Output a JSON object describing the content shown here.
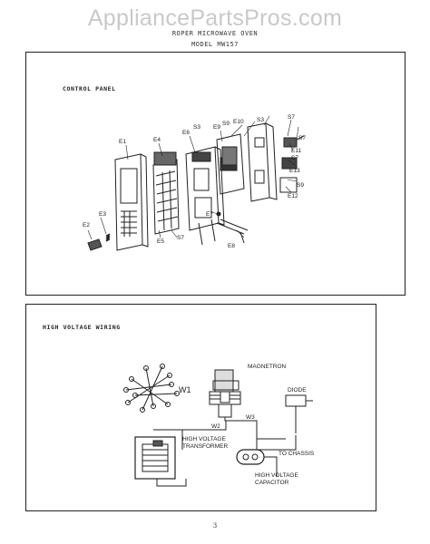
{
  "header": {
    "site": "AppliancePartsPros.com",
    "title": "ROPER MICROWAVE OVEN",
    "model": "MODEL MW157"
  },
  "control_panel": {
    "title": "CONTROL PANEL",
    "labels": {
      "E1": "E1",
      "E4": "E4",
      "E6": "E6",
      "E9": "E9",
      "S3a": "S3",
      "S9a": "S9",
      "E10": "E10",
      "S3b": "S3",
      "S7a": "S7",
      "S7b": "S7",
      "E11": "E11",
      "S7c": "S7",
      "E13": "E13",
      "S9b": "S9",
      "E12": "E12",
      "E7": "E7",
      "E8": "E8",
      "E2": "E2",
      "E3": "E3",
      "E5": "E5",
      "S7d": "S7"
    }
  },
  "high_voltage": {
    "title": "HIGH VOLTAGE WIRING",
    "labels": {
      "W1": "W1",
      "magnetron": "MAGNETRON",
      "diode": "DIODE",
      "W3": "W3",
      "W2": "W2",
      "transformer_1": "HIGH VOLTAGE",
      "transformer_2": "TRANSFORMER",
      "capacitor_1": "HIGH VOLTAGE",
      "capacitor_2": "CAPACITOR",
      "chassis": "TO CHASSIS"
    }
  },
  "page_number": "3"
}
